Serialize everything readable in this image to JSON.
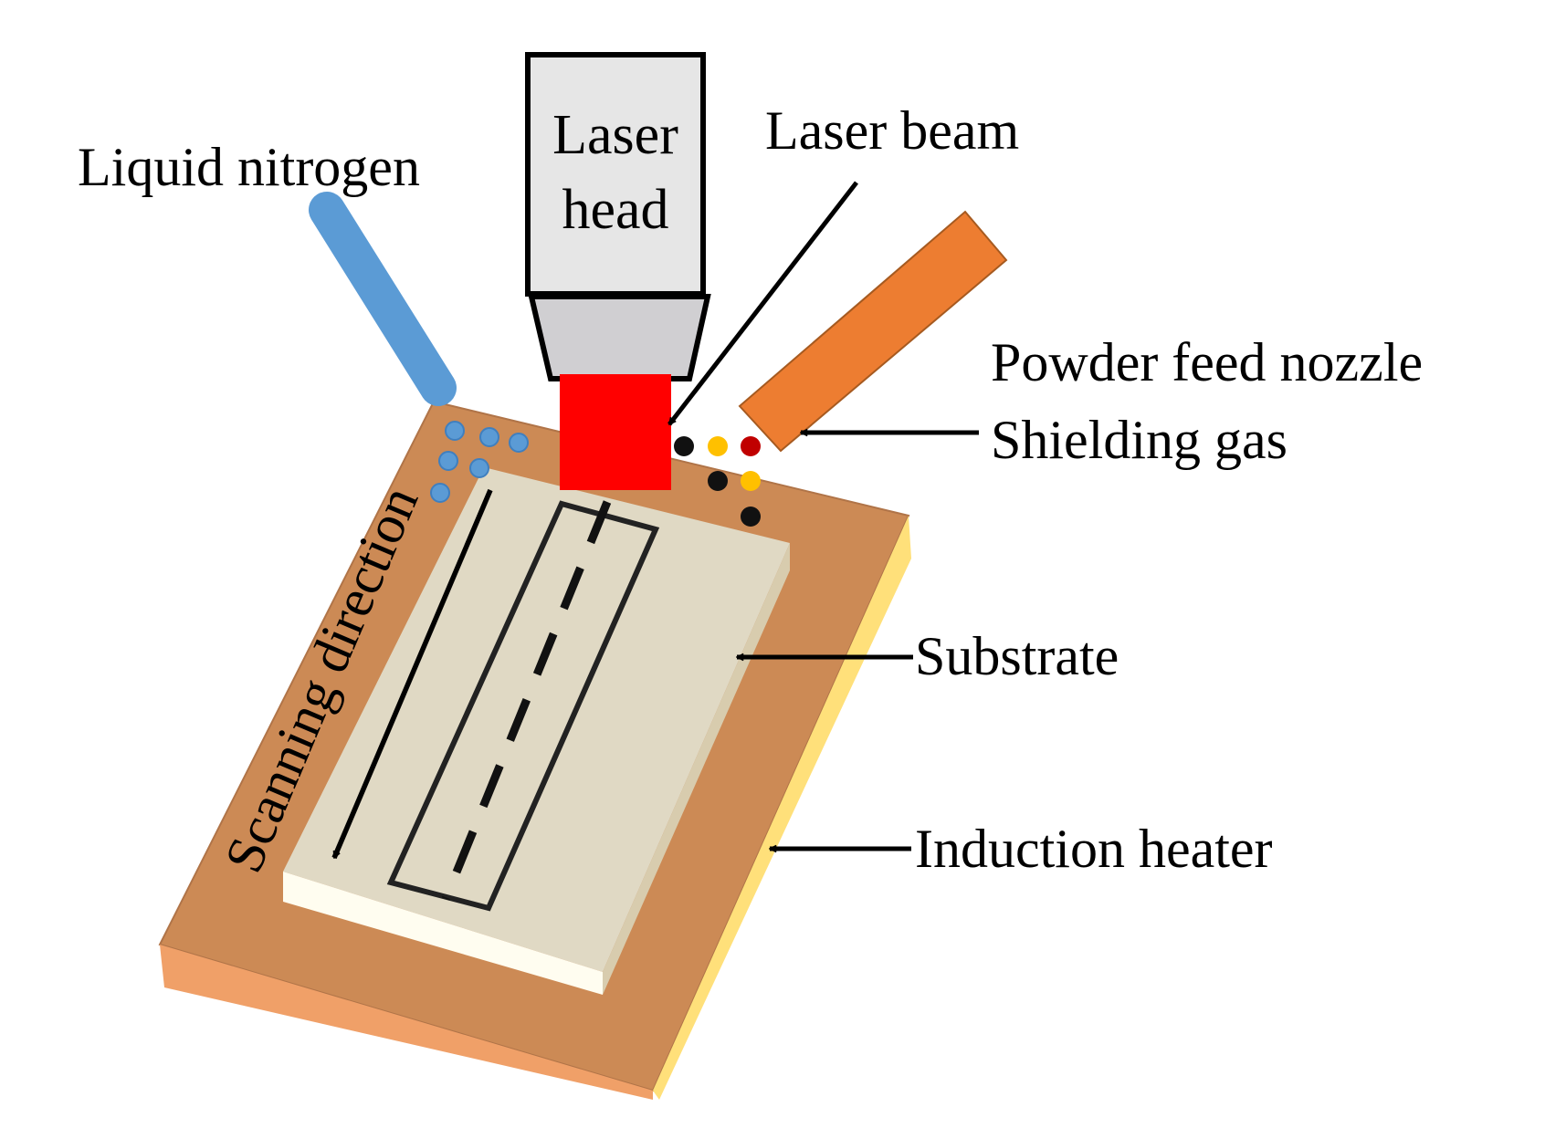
{
  "labels": {
    "liquid_nitrogen": "Liquid nitrogen",
    "laser_head_line1": "Laser",
    "laser_head_line2": "head",
    "laser_beam": "Laser beam",
    "powder_feed_nozzle": "Powder feed nozzle",
    "shielding_gas": "Shielding gas",
    "substrate": "Substrate",
    "induction_heater": "Induction heater",
    "scanning_direction": "Scanning direction"
  },
  "colors": {
    "heater_top": "#CC8A55",
    "heater_front": "#F0A068",
    "heater_side": "#FFE07A",
    "substrate_top": "#E0D9C4",
    "substrate_front": "#FFFDF0",
    "substrate_side": "#D8CCAE",
    "laser_head_body": "#E6E6E6",
    "laser_head_nozzle": "#D0CFD2",
    "laser_beam_spot": "#FF0000",
    "liquid_nitrogen_tube": "#5B9BD5",
    "powder_nozzle": "#ED7D31",
    "nitrogen_droplet": "#5B9BD5",
    "powder_black": "#111111",
    "powder_yellow": "#FFC000",
    "powder_red": "#C00000"
  }
}
